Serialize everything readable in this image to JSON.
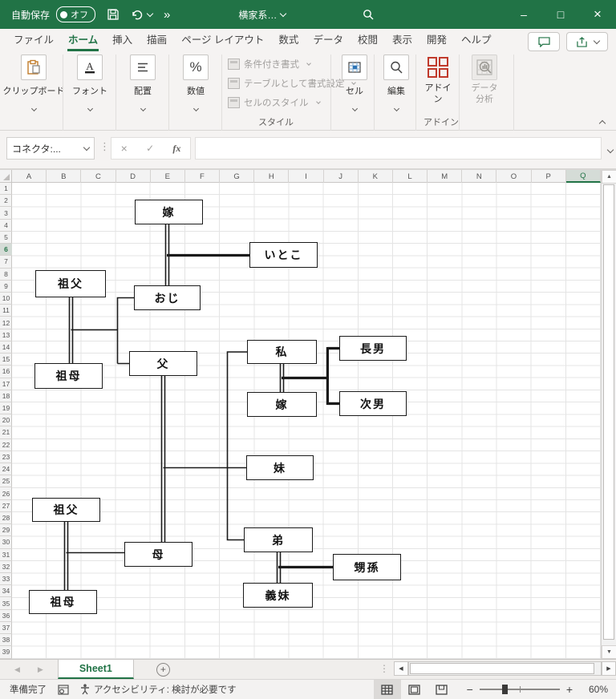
{
  "titlebar": {
    "autosave": "自動保存",
    "autosave_state": "オフ",
    "doc_title": "横家系…",
    "more": "»"
  },
  "window": {
    "minimize": "–",
    "maximize": "□",
    "close": "×"
  },
  "ribbon": {
    "tabs": [
      "ファイル",
      "ホーム",
      "挿入",
      "描画",
      "ページ レイアウト",
      "数式",
      "データ",
      "校閲",
      "表示",
      "開発",
      "ヘルプ"
    ],
    "active_tab": "ホーム",
    "collapsed_groups": [
      "クリップボード",
      "フォント",
      "配置",
      "数値"
    ],
    "style_items": [
      "条件付き書式",
      "テーブルとして書式設定",
      "セルのスタイル"
    ],
    "style_label": "スタイル",
    "cells_label": "セル",
    "editing_label": "編集",
    "addins_button": "アドイン",
    "addins_label": "アドイン",
    "data_analysis": "データ分析"
  },
  "formula_bar": {
    "name_box": "コネクタ:...",
    "cancel": "×",
    "enter": "✓",
    "fx": "fx",
    "value": ""
  },
  "grid": {
    "columns": [
      "A",
      "B",
      "C",
      "D",
      "E",
      "F",
      "G",
      "H",
      "I",
      "J",
      "K",
      "L",
      "M",
      "N",
      "O",
      "P",
      "Q"
    ],
    "row_count": 39,
    "selected_column": "Q",
    "selected_row": 6
  },
  "tree": {
    "nodes": [
      {
        "label": "嫁"
      },
      {
        "label": "いとこ"
      },
      {
        "label": "祖父"
      },
      {
        "label": "おじ"
      },
      {
        "label": "祖母"
      },
      {
        "label": "父"
      },
      {
        "label": "私"
      },
      {
        "label": "長男"
      },
      {
        "label": "嫁"
      },
      {
        "label": "次男"
      },
      {
        "label": "妹"
      },
      {
        "label": "祖父"
      },
      {
        "label": "弟"
      },
      {
        "label": "甥孫"
      },
      {
        "label": "母"
      },
      {
        "label": "義妹"
      },
      {
        "label": "祖母"
      }
    ]
  },
  "sheet_tabs": {
    "active": "Sheet1",
    "add": "+"
  },
  "status_bar": {
    "ready": "準備完了",
    "accessibility": "アクセシビリティ: 検討が必要です",
    "zoom": "60%",
    "zoom_out": "−",
    "zoom_in": "+"
  },
  "colors": {
    "brand_green": "#217346",
    "addin_red": "#c0392b"
  }
}
